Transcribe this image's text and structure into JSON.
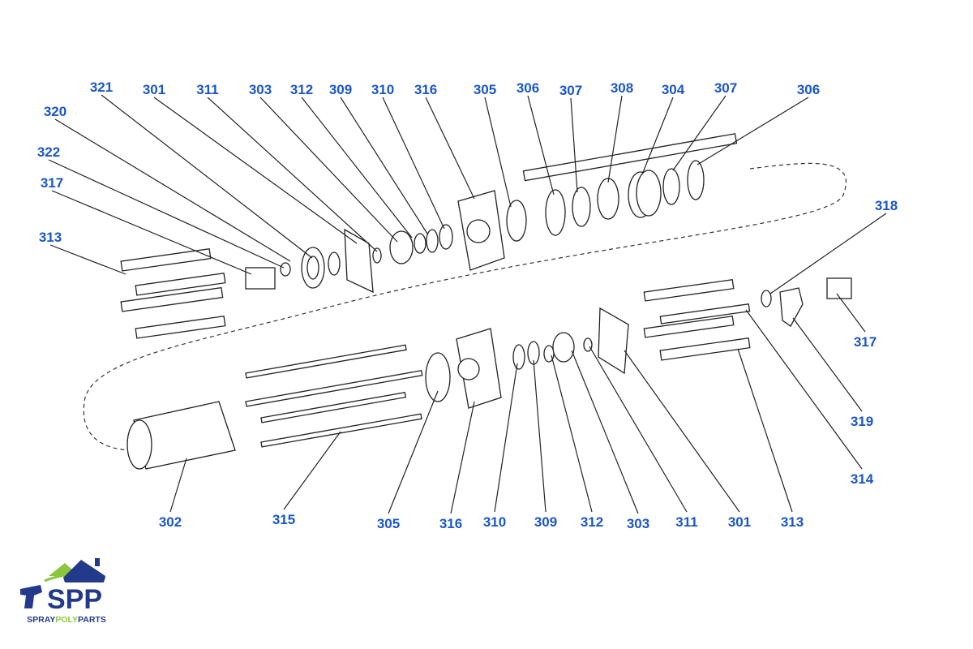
{
  "labels": {
    "top": [
      "321",
      "301",
      "311",
      "303",
      "312",
      "309",
      "310",
      "316",
      "305",
      "306",
      "307",
      "308",
      "304",
      "307",
      "306"
    ],
    "left": [
      "320",
      "322",
      "317",
      "313"
    ],
    "right": [
      "318",
      "317",
      "319",
      "314"
    ],
    "bottom": [
      "313",
      "301",
      "311",
      "303",
      "312",
      "309",
      "310",
      "316",
      "305",
      "315",
      "302"
    ]
  },
  "logo": {
    "text": "SPP",
    "subtitle_parts": [
      "SPRAY",
      "POLY",
      "PARTS"
    ]
  },
  "colors": {
    "label": "#1a56c9",
    "logo_blue": "#23398a",
    "logo_green": "#8cc63f"
  }
}
